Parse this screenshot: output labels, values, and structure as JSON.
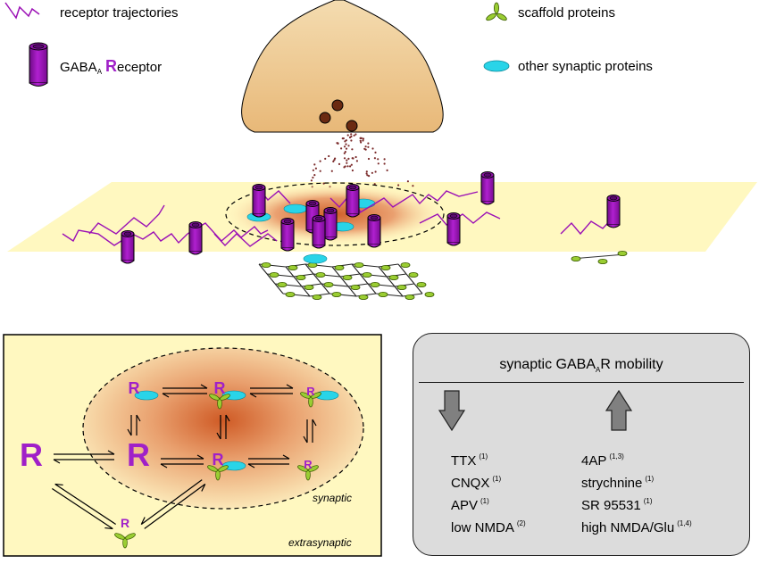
{
  "legend": {
    "trajectories": "receptor trajectories",
    "receptor_prefix": "GABA",
    "receptor_sub": "A",
    "receptor_R": "R",
    "receptor_suffix": "eceptor",
    "scaffold": "scaffold proteins",
    "other": "other synaptic proteins"
  },
  "model": {
    "receptor_letter": "R",
    "synaptic_label": "synaptic",
    "extrasynaptic_label": "extrasynaptic"
  },
  "mobility": {
    "title_prefix": "synaptic GABA",
    "title_sub": "A",
    "title_suffix": "R mobility",
    "decrease": [
      {
        "agent": "TTX",
        "ref": "(1)"
      },
      {
        "agent": "CNQX",
        "ref": "(1)"
      },
      {
        "agent": "APV",
        "ref": "(1)"
      },
      {
        "agent": "low NMDA",
        "ref": "(2)"
      }
    ],
    "increase": [
      {
        "agent": "4AP",
        "ref": "(1,3)"
      },
      {
        "agent": "strychnine",
        "ref": "(1)"
      },
      {
        "agent": "SR 95531",
        "ref": "(1)"
      },
      {
        "agent": "high NMDA/Glu",
        "ref": "(1,4)"
      }
    ]
  },
  "colors": {
    "receptor": "#9b10b5",
    "receptor_text": "#a020c8",
    "scaffold": "#9acd32",
    "other_protein": "#29d4e8",
    "membrane": "#fff8c0",
    "terminal": "#f0c890",
    "vesicle": "#6b2a12",
    "mobility_box": "#dcdcdc",
    "arrow_gray": "#808080"
  }
}
